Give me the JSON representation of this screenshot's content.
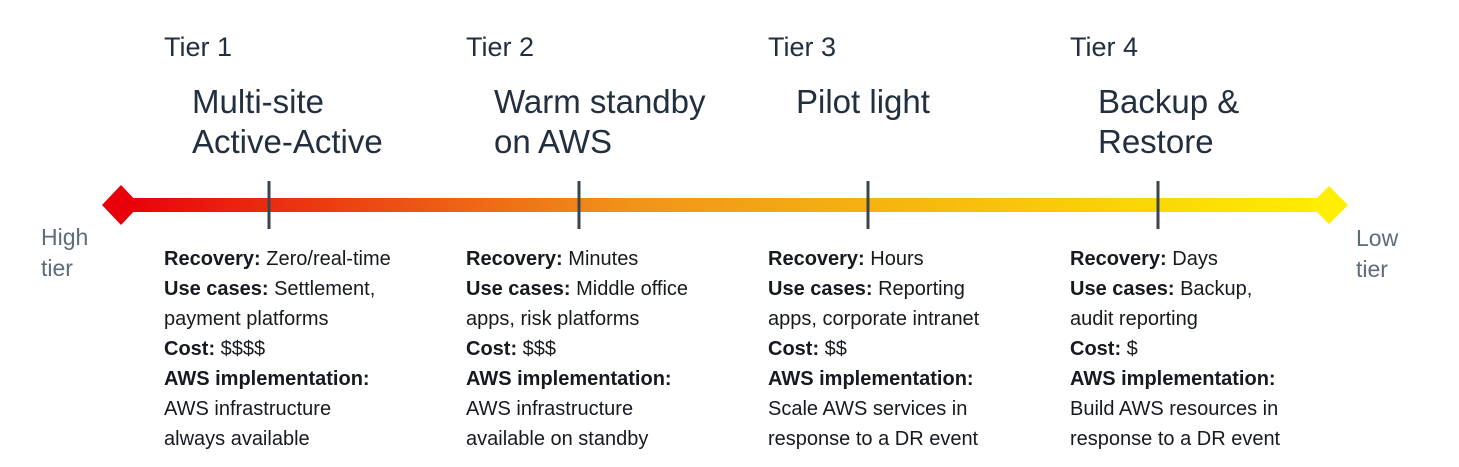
{
  "scale": {
    "high_label": [
      "High",
      "tier"
    ],
    "low_label": [
      "Low",
      "tier"
    ],
    "gradient": {
      "start": "#e8000b",
      "middle": "#f0931a",
      "end": "#ffee00"
    }
  },
  "tiers": [
    {
      "label": "Tier 1",
      "title": "Multi-site\nActive-Active",
      "recovery_key": "Recovery:",
      "recovery": "Zero/real-time",
      "use_cases_key": "Use cases:",
      "use_cases": [
        "Settlement,",
        "payment platforms"
      ],
      "cost_key": "Cost:",
      "cost": "$$$$",
      "aws_key": "AWS implementation:",
      "aws": [
        "AWS infrastructure",
        "always available"
      ]
    },
    {
      "label": "Tier 2",
      "title": "Warm standby\non AWS",
      "recovery_key": "Recovery:",
      "recovery": "Minutes",
      "use_cases_key": "Use cases:",
      "use_cases": [
        "Middle office",
        "apps, risk platforms"
      ],
      "cost_key": "Cost:",
      "cost": "$$$",
      "aws_key": "AWS implementation:",
      "aws": [
        "AWS infrastructure",
        "available on standby"
      ]
    },
    {
      "label": "Tier 3",
      "title": "Pilot light",
      "recovery_key": "Recovery:",
      "recovery": "Hours",
      "use_cases_key": "Use cases:",
      "use_cases": [
        "Reporting",
        "apps, corporate intranet"
      ],
      "cost_key": "Cost:",
      "cost": "$$",
      "aws_key": "AWS implementation:",
      "aws": [
        "Scale AWS services in",
        "response to a DR event"
      ]
    },
    {
      "label": "Tier 4",
      "title": "Backup &\nRestore",
      "recovery_key": "Recovery:",
      "recovery": "Days",
      "use_cases_key": "Use cases:",
      "use_cases": [
        "Backup,",
        "audit reporting"
      ],
      "cost_key": "Cost:",
      "cost": "$",
      "aws_key": "AWS implementation:",
      "aws": [
        "Build AWS resources in",
        "response to a DR event"
      ]
    }
  ]
}
